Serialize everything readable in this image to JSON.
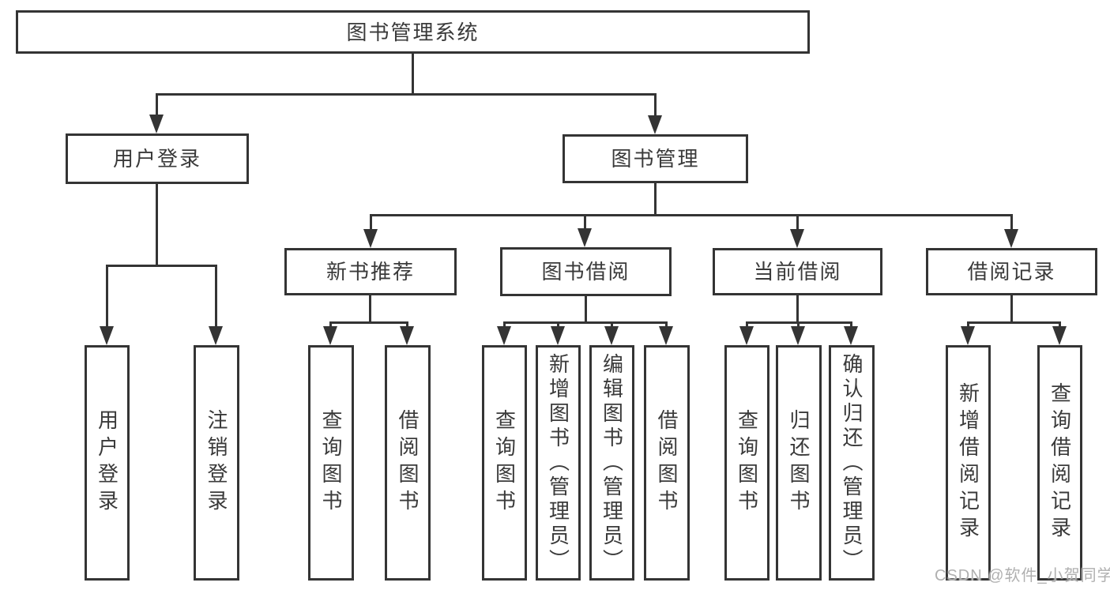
{
  "diagram": {
    "root": {
      "label": "图书管理系统"
    },
    "branches": [
      {
        "label": "用户登录",
        "children": [
          {
            "label": "用户登录"
          },
          {
            "label": "注销登录"
          }
        ]
      },
      {
        "label": "图书管理",
        "children": [
          {
            "label": "新书推荐",
            "children": [
              {
                "label": "查询图书"
              },
              {
                "label": "借阅图书"
              }
            ]
          },
          {
            "label": "图书借阅",
            "children": [
              {
                "label": "查询图书"
              },
              {
                "label": "新增图书（管理员）"
              },
              {
                "label": "编辑图书（管理员）"
              },
              {
                "label": "借阅图书"
              }
            ]
          },
          {
            "label": "当前借阅",
            "children": [
              {
                "label": "查询图书"
              },
              {
                "label": "归还图书"
              },
              {
                "label": "确认归还（管理员）"
              }
            ]
          },
          {
            "label": "借阅记录",
            "children": [
              {
                "label": "新增借阅记录"
              },
              {
                "label": "查询借阅记录"
              }
            ]
          }
        ]
      }
    ]
  },
  "watermark": {
    "text": "CSDN @软件_小贺同学"
  },
  "colors": {
    "line": "#343434",
    "ink": "#3a3a3a",
    "paper": "#ffffff",
    "watermark": "#b0b0b0"
  }
}
